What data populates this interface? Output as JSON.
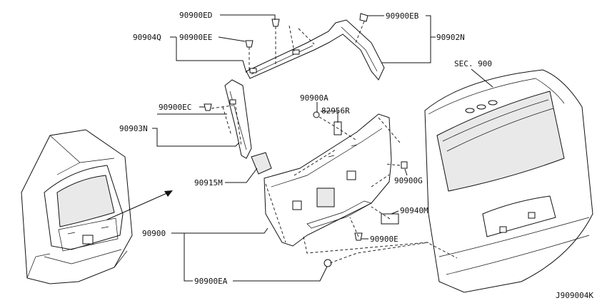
{
  "diagram": {
    "diagram_code": "J909004K",
    "section_label": "SEC. 900",
    "callouts": {
      "p90900ED": "90900ED",
      "p90904Q": "90904Q",
      "p90900EE": "90900EE",
      "p90900EB": "90900EB",
      "p90902N": "90902N",
      "p90900EC": "90900EC",
      "p90903N": "90903N",
      "p90900A": "90900A",
      "p82956R": "82956R",
      "p90915M": "90915M",
      "p90900G": "90900G",
      "p90940M": "90940M",
      "p90900": "90900",
      "p90900E": "90900E",
      "p90900EA": "90900EA"
    }
  }
}
